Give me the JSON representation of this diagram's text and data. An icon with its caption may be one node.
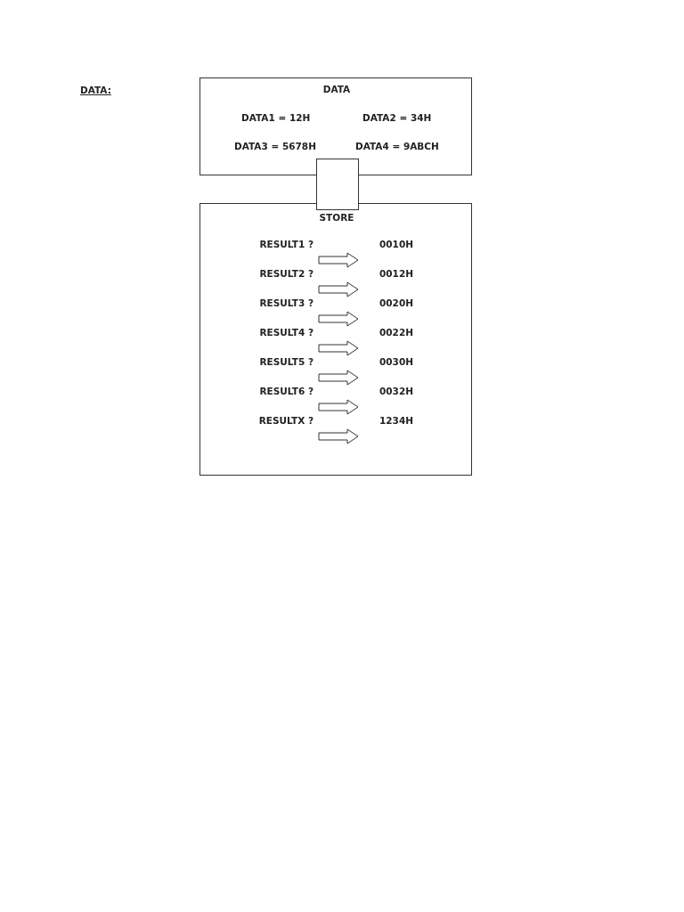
{
  "diagram": {
    "nodes": [
      {
        "text": [
          "DATA",
          "DATA1 = 12H",
          "DATA2 = 34H",
          "DATA3 = 5678H",
          "DATA4 = 9ABCH"
        ]
      },
      {
        "text": [],
        "shape": "box"
      },
      {
        "text": [
          "STORE"
        ]
      },
      {
        "text": [
          "RESULT1 ?"
        ],
        "in": 2
      },
      {
        "text": [
          "RESULT2 ?"
        ],
        "in": 2
      },
      {
        "text": [
          "RESULT3 ?"
        ],
        "in": 2
      },
      {
        "text": [
          "RESULT4 ?"
        ],
        "in": 2
      },
      {
        "text": [
          "RESULT5 ?"
        ],
        "in": 2
      },
      {
        "text": [
          "RESULT6 ?"
        ],
        "in": 2
      },
      {
        "text": [
          "RESULTX ?"
        ],
        "in": 2
      },
      {
        "text": [
          "0010H"
        ],
        "in": 2
      },
      {
        "text": [
          "0012H"
        ],
        "in": 2
      },
      {
        "text": [
          "0020H"
        ],
        "in": 2
      },
      {
        "text": [
          "0022H"
        ],
        "in": 2
      },
      {
        "text": [
          "0030H"
        ],
        "in": 2
      },
      {
        "text": [
          "0032H"
        ],
        "in": 2
      },
      {
        "text": [
          "1234H"
        ],
        "in": 2
      }
    ],
    "edges": [
      {
        "from": 3,
        "to": 10,
        "arrow": "to",
        "style": "thick"
      },
      {
        "from": 4,
        "to": 11,
        "arrow": "to",
        "style": "thick"
      },
      {
        "from": 5,
        "to": 12,
        "arrow": "to",
        "style": "thick"
      },
      {
        "from": 6,
        "to": 13,
        "arrow": "to",
        "style": "thick"
      },
      {
        "from": 7,
        "to": 14,
        "arrow": "to",
        "style": "thick"
      },
      {
        "from": 8,
        "to": 15,
        "arrow": "to",
        "style": "thick"
      },
      {
        "from": 9,
        "to": 16,
        "arrow": "to",
        "style": "thick"
      }
    ],
    "labels": [
      "DATA:"
    ]
  }
}
